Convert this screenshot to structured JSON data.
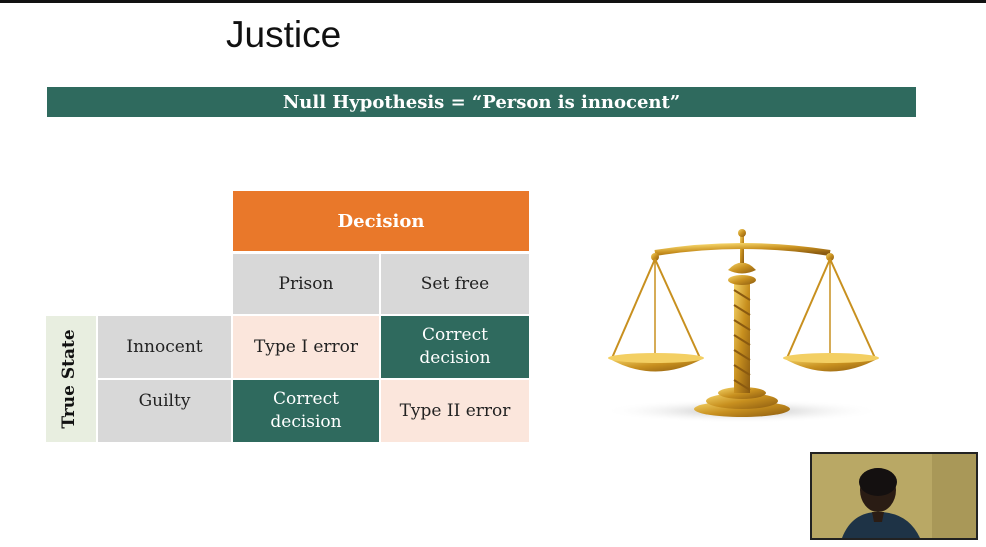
{
  "slide": {
    "title": "Justice",
    "banner": "Null Hypothesis = “Person is innocent”"
  },
  "table": {
    "column_group_header": "Decision",
    "column_headers": [
      "Prison",
      "Set free"
    ],
    "row_group_header": "True State",
    "rows": [
      {
        "label": "Innocent",
        "cells": [
          "Type I error",
          "Correct decision"
        ]
      },
      {
        "label": "Guilty",
        "cells": [
          "Correct decision",
          "Type II error"
        ]
      }
    ]
  },
  "images": {
    "scale": "scales-of-justice-icon",
    "webcam": "presenter-webcam"
  },
  "colors": {
    "banner": "#2f6a5e",
    "decision_header": "#e9782a",
    "teal_cell": "#2f6a5e",
    "peach_cell": "#fbe6dc",
    "grey_cell": "#d8d8d8"
  }
}
